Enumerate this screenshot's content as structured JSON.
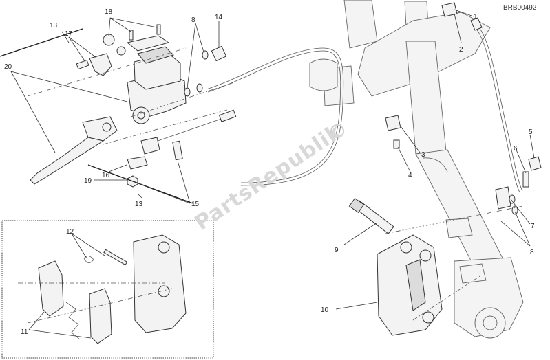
{
  "diagram_code": "BRB00492",
  "watermark": "PartsRepublik",
  "callouts": [
    {
      "id": "c1",
      "label": "1"
    },
    {
      "id": "c2",
      "label": "2"
    },
    {
      "id": "c3",
      "label": "3"
    },
    {
      "id": "c4",
      "label": "4"
    },
    {
      "id": "c5",
      "label": "5"
    },
    {
      "id": "c6",
      "label": "6"
    },
    {
      "id": "c7",
      "label": "7"
    },
    {
      "id": "c8a",
      "label": "8"
    },
    {
      "id": "c8b",
      "label": "8"
    },
    {
      "id": "c9",
      "label": "9"
    },
    {
      "id": "c10",
      "label": "10"
    },
    {
      "id": "c11",
      "label": "11"
    },
    {
      "id": "c12",
      "label": "12"
    },
    {
      "id": "c13a",
      "label": "13"
    },
    {
      "id": "c13b",
      "label": "13"
    },
    {
      "id": "c14",
      "label": "14"
    },
    {
      "id": "c15",
      "label": "15"
    },
    {
      "id": "c16",
      "label": "16"
    },
    {
      "id": "c17",
      "label": "17"
    },
    {
      "id": "c18",
      "label": "18"
    },
    {
      "id": "c19",
      "label": "19"
    },
    {
      "id": "c20",
      "label": "20"
    }
  ]
}
